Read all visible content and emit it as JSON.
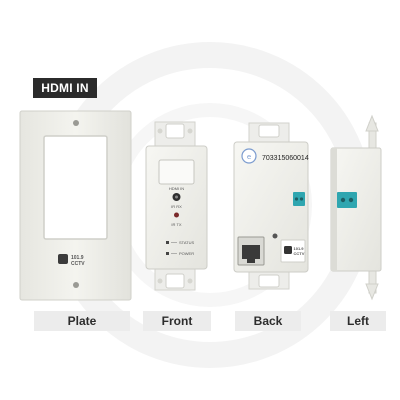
{
  "badge_label": "HDMI IN",
  "views": {
    "plate": "Plate",
    "front": "Front",
    "back": "Back",
    "left": "Left"
  },
  "logo": {
    "line1": "101.9",
    "line2": "CCTV"
  },
  "front_panel": {
    "port_label": "HDMI IN",
    "ir_rx": "IR RX",
    "ir_tx": "IR TX",
    "status": "STATUS",
    "power": "POWER"
  },
  "back_panel": {
    "serial": "703315060014"
  },
  "colors": {
    "badge_bg": "#2b2b2b",
    "plate": "#f1f1ec",
    "terminal": "#2fa6b0",
    "label_bg": "#ececec"
  }
}
